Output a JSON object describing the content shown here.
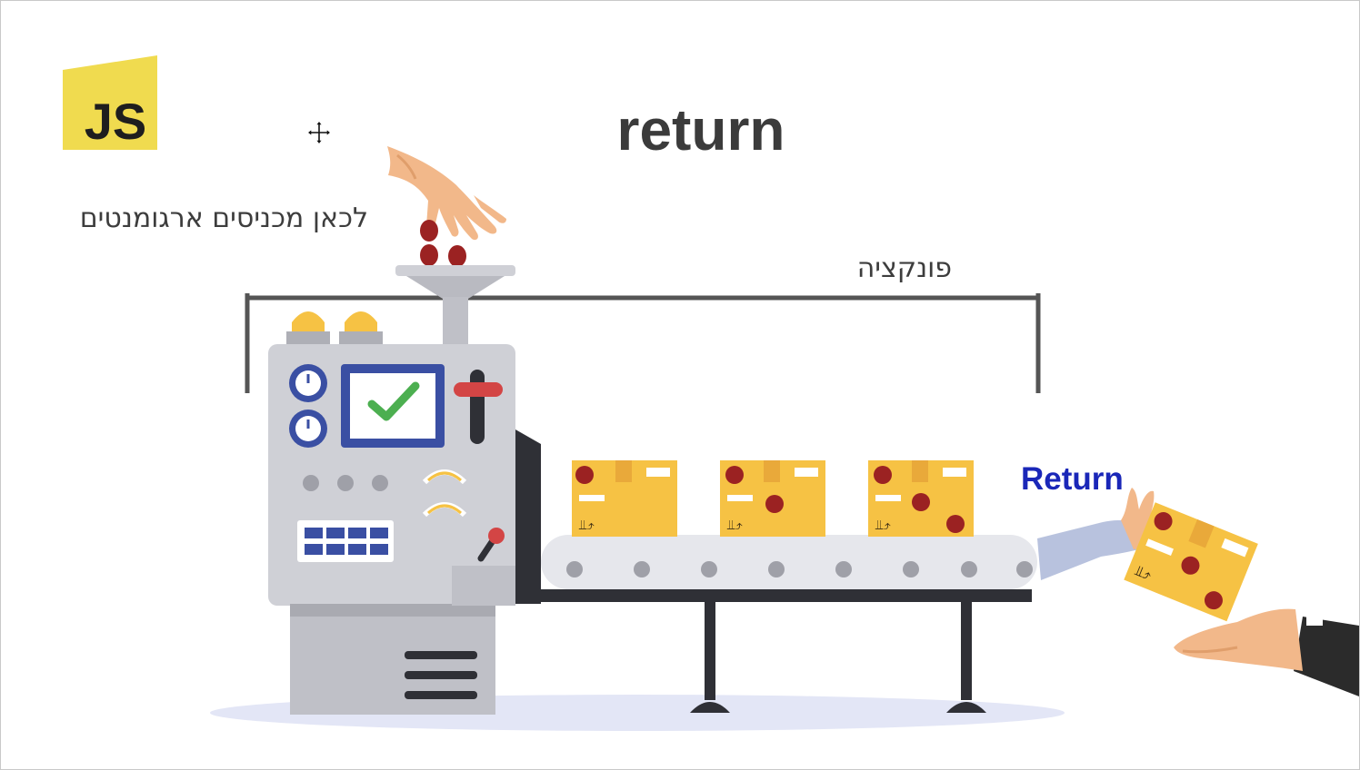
{
  "slide": {
    "title": "return",
    "arguments_caption": "לכאן מכניסים ארגומנטים",
    "function_caption": "פונקציה",
    "return_caption": "Return"
  },
  "logo": {
    "text": "JS",
    "color": "#f0db4f"
  },
  "icons": {
    "cursor": "move-cursor-icon",
    "hand_top": "hand-dropping-icon",
    "hand_receiving": "hand-receiving-icon",
    "hand_giving": "hand-giving-icon",
    "machine": "factory-machine-icon",
    "checkmark": "checkmark-icon"
  },
  "colors": {
    "title": "#3b3b3b",
    "return_caption": "#1a27b8",
    "box": "#f6c244",
    "bean": "#9b2222",
    "machine": "#cfd0d6",
    "belt": "#2f3036"
  }
}
